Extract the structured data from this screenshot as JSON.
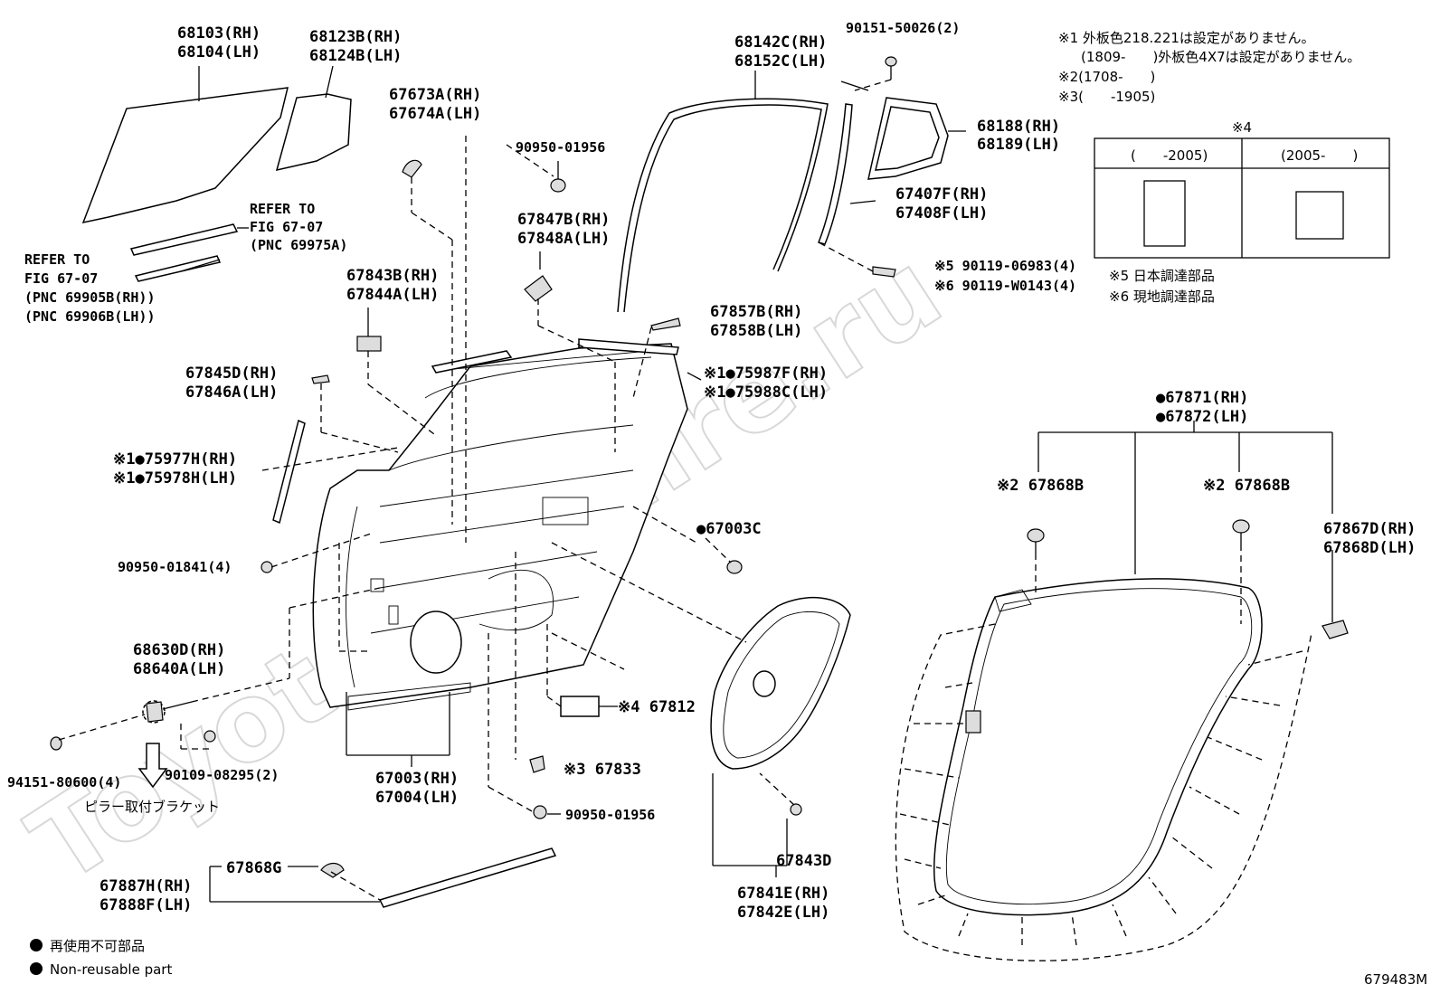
{
  "diagram_id": "679483M",
  "watermark": "ToyotaCarMire.ru",
  "legend": {
    "jp": "再使用不可部品",
    "en": "Non-reusable part"
  },
  "notes": {
    "n1a": "※1 外板色218.221は設定がありません。",
    "n1b": "(1809-　　)外板色4X7は設定がありません。",
    "n2": "※2(1708-　　)",
    "n3": "※3(　　-1905)",
    "n4": "※4",
    "n4_col1": "(　　-2005)",
    "n4_col2": "(2005-　　)",
    "n5": "※5 日本調達部品",
    "n6": "※6 現地調達部品"
  },
  "labels": {
    "p68103": "68103(RH)",
    "p68104": "68104(LH)",
    "p68123": "68123B(RH)",
    "p68124": "68124B(LH)",
    "refer1a": "REFER TO",
    "refer1b": "FIG 67-07",
    "refer1c": "(PNC 69975A)",
    "refer2a": "REFER TO",
    "refer2b": "FIG 67-07",
    "refer2c": "(PNC 69905B(RH))",
    "refer2d": "(PNC 69906B(LH))",
    "p67673": "67673A(RH)",
    "p67674": "67674A(LH)",
    "p90950a": "90950-01956",
    "p67847": "67847B(RH)",
    "p67848": "67848A(LH)",
    "p67843b": "67843B(RH)",
    "p67844a": "67844A(LH)",
    "p67845": "67845D(RH)",
    "p67846": "67846A(LH)",
    "p75977": "※1●75977H(RH)",
    "p75978": "※1●75978H(LH)",
    "p90950b": "90950-01841(4)",
    "p68630": "68630D(RH)",
    "p68640": "68640A(LH)",
    "p94151": "94151-80600(4)",
    "p90109": "90109-08295(2)",
    "pillar": "ピラー取付ブラケット",
    "p67003": "67003(RH)",
    "p67004": "67004(LH)",
    "p67833": "※3 67833",
    "p90950c": "90950-01956",
    "p67812": "※4 67812",
    "p67003c": "●67003C",
    "p67142": "68142C(RH)",
    "p68152": "68152C(LH)",
    "p90151": "90151-50026(2)",
    "p68188": "68188(RH)",
    "p68189": "68189(LH)",
    "p67407": "67407F(RH)",
    "p67408": "67408F(LH)",
    "p90119a": "※5 90119-06983(4)",
    "p90119b": "※6 90119-W0143(4)",
    "p67857": "67857B(RH)",
    "p67858": "67858B(LH)",
    "p75987": "※1●75987F(RH)",
    "p75988": "※1●75988C(LH)",
    "p67871": "●67871(RH)",
    "p67872": "●67872(LH)",
    "p67868b1": "※2 67868B",
    "p67868b2": "※2 67868B",
    "p67867": "67867D(RH)",
    "p67868d": "67868D(LH)",
    "p67843d": "67843D",
    "p67841": "67841E(RH)",
    "p67842": "67842E(LH)",
    "p67868g": "67868G",
    "p67887": "67887H(RH)",
    "p67888": "67888F(LH)"
  }
}
